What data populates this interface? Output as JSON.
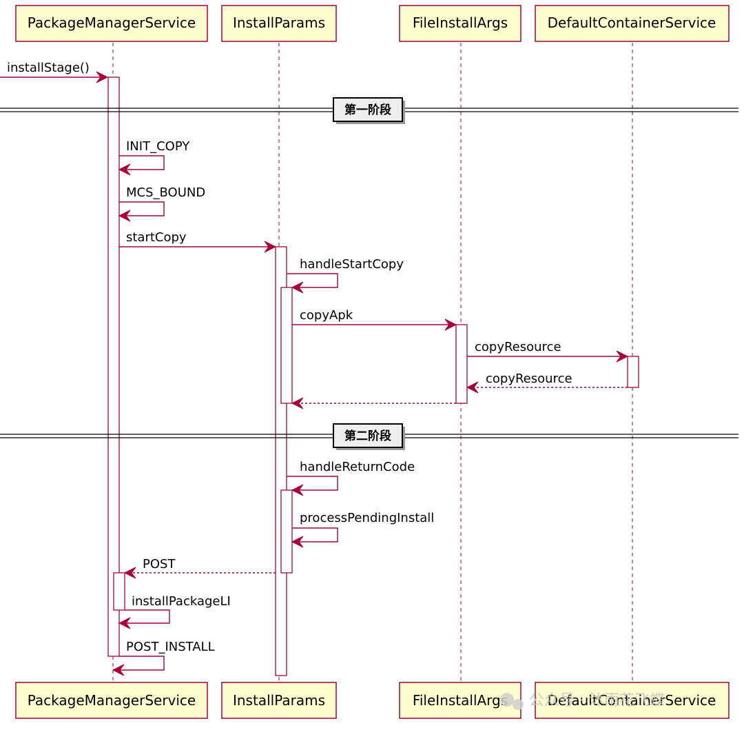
{
  "participants": [
    {
      "id": "pms",
      "name": "PackageManagerService"
    },
    {
      "id": "ip",
      "name": "InstallParams"
    },
    {
      "id": "fia",
      "name": "FileInstallArgs"
    },
    {
      "id": "dcs",
      "name": "DefaultContainerService"
    }
  ],
  "dividers": [
    {
      "label": "第一阶段"
    },
    {
      "label": "第二阶段"
    }
  ],
  "messages": [
    {
      "label": "installStage()",
      "from": "start",
      "to": "pms",
      "style": "solid"
    },
    {
      "label": "INIT_COPY",
      "from": "pms",
      "to": "pms",
      "style": "solid"
    },
    {
      "label": "MCS_BOUND",
      "from": "pms",
      "to": "pms",
      "style": "solid"
    },
    {
      "label": "startCopy",
      "from": "pms",
      "to": "ip",
      "style": "solid"
    },
    {
      "label": "handleStartCopy",
      "from": "ip",
      "to": "ip",
      "style": "solid"
    },
    {
      "label": "copyApk",
      "from": "ip",
      "to": "fia",
      "style": "solid"
    },
    {
      "label": "copyResource",
      "from": "fia",
      "to": "dcs",
      "style": "solid"
    },
    {
      "label": "copyResource",
      "from": "dcs",
      "to": "fia",
      "style": "dashed"
    },
    {
      "label": "",
      "from": "fia",
      "to": "ip",
      "style": "dashed"
    },
    {
      "label": "handleReturnCode",
      "from": "ip",
      "to": "ip",
      "style": "solid"
    },
    {
      "label": "processPendingInstall",
      "from": "ip",
      "to": "ip",
      "style": "solid"
    },
    {
      "label": "POST",
      "from": "ip",
      "to": "pms",
      "style": "dashed"
    },
    {
      "label": "installPackageLI",
      "from": "pms",
      "to": "pms",
      "style": "solid"
    },
    {
      "label": "POST_INSTALL",
      "from": "pms",
      "to": "pms",
      "style": "solid"
    }
  ],
  "watermark": {
    "text": "公众号 · 沐雨花飞蝶",
    "icon": "wechat-icon"
  },
  "colors": {
    "line": "#A80036",
    "participant_fill": "#FEFECE",
    "divider_fill": "#EEEEEE"
  }
}
